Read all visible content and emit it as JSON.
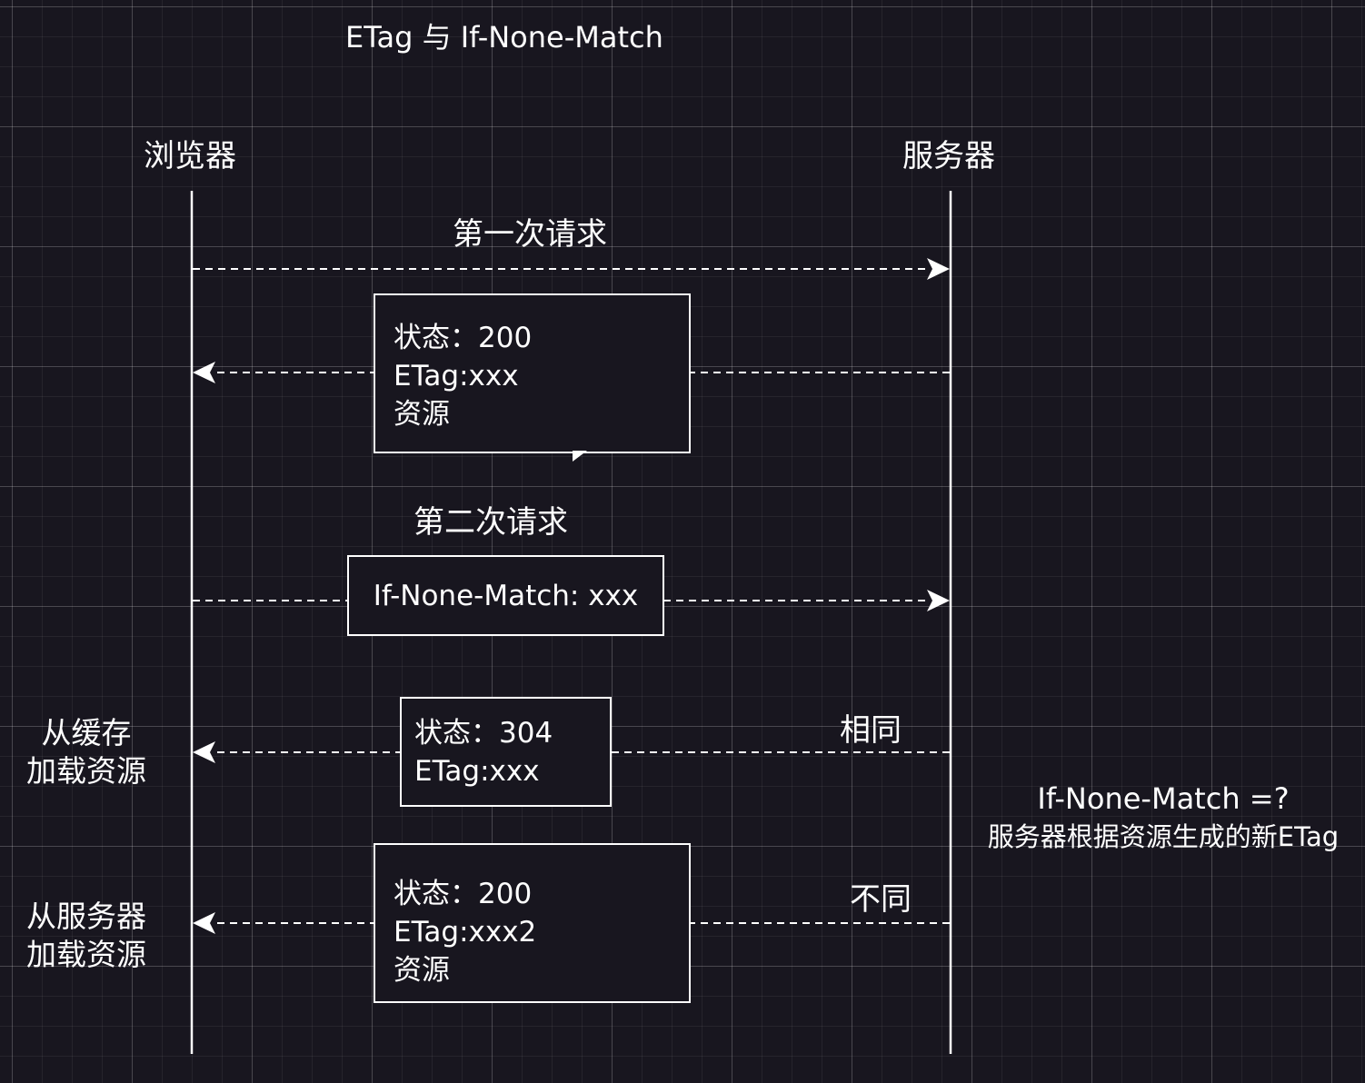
{
  "title": "ETag 与 If-None-Match",
  "participants": {
    "browser": "浏览器",
    "server": "服务器"
  },
  "messages": {
    "first_request": "第一次请求",
    "second_request": "第二次请求",
    "same": "相同",
    "different": "不同"
  },
  "boxes": {
    "response1": [
      "状态：200",
      "ETag:xxx",
      "资源"
    ],
    "request2": [
      "If-None-Match: xxx"
    ],
    "response304": [
      "状态：304",
      "ETag:xxx"
    ],
    "response200b": [
      "状态：200",
      "ETag:xxx2",
      "资源"
    ]
  },
  "side_notes": {
    "from_cache": [
      "从缓存",
      "加载资源"
    ],
    "from_server": [
      "从服务器",
      "加载资源"
    ],
    "compare": [
      "If-None-Match =?",
      "服务器根据资源生成的新ETag"
    ]
  },
  "colors": {
    "background": "#18161f",
    "foreground": "#ffffff"
  }
}
